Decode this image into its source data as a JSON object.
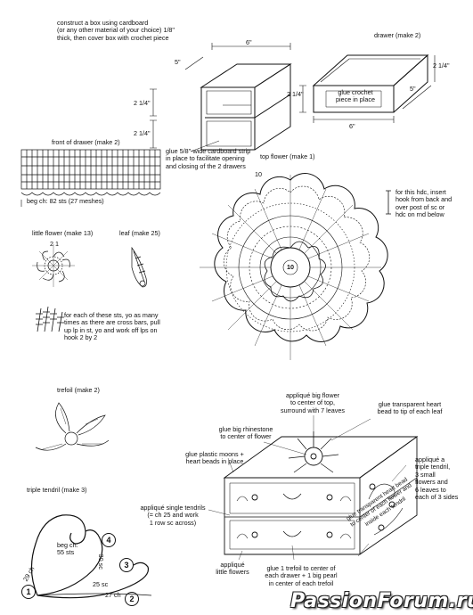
{
  "box_note": "construct a box using cardboard\n(or any other material of your choice) 1/8\"\nthick, then cover box with crochet piece",
  "box_dims": {
    "width": "6\"",
    "depth": "5\"",
    "height_a": "2 1/4\"",
    "height_b": "2 1/4\""
  },
  "drawer": {
    "title": "drawer (make 2)",
    "height": "2 1/4\"",
    "inner_label": "2 1/4\"",
    "depth": "5\"",
    "width": "6\"",
    "glue_note": "glue crochet\npiece in place"
  },
  "strip_note": "glue 5/8\"-wide cardboard strip\nin place to facilitate opening\nand closing of the 2 drawers",
  "front_drawer": {
    "title": "front of drawer (make 2)",
    "beg_ch": "beg ch:  82 sts (27 meshes)"
  },
  "top_flower": {
    "title": "top flower (make 1)",
    "center_mark": "10",
    "round_mark": "10"
  },
  "hdc_note": "for this hdc, insert\nhook from back and\nover post of sc or\nhdc on rnd below",
  "little_flower": {
    "title": "little flower (make 13)",
    "marks": "2 1"
  },
  "leaf": {
    "title": "leaf (make 25)"
  },
  "cross_note": "for each of these sts, yo as many\ntimes as there are cross bars, pull\nup lp in st, yo and work off lps on\nhook 2 by 2",
  "trefoil": {
    "title": "trefoil (make 2)"
  },
  "triple_tendril": {
    "title": "triple tendril (make 3)",
    "beg_ch": "beg ch:\n55 sts",
    "counts": [
      "30 sc",
      "25 sc",
      "27 ch",
      "29 ch"
    ],
    "markers": [
      "1",
      "2",
      "3",
      "4"
    ]
  },
  "assembly": {
    "big_flower": "appliqué big flower\nto center of top,\nsurround with 7 leaves",
    "heart_bead": "glue transparent heart\nbead to tip of each leaf",
    "rhinestone": "glue big rhinestone\nto center of flower",
    "moons": "glue plastic moons +\nheart beads in place",
    "triple_tendril": "appliqué a\ntriple tendril,\n3 small\nflowers and\n6 leaves to\neach of 3 sides",
    "single_tendrils": "appliqué single tendrils\n(= ch 25 and work\n1 row sc across)",
    "little_flowers": "appliqué\nlittle flowers",
    "trefoil_glue": "glue 1 trefoil to center of\neach drawer + 1 big pearl\nin center of each trefoil",
    "side_heart": "glue transparent heart bead\nto center of each flower and\ninside each tendril"
  },
  "watermark": "PassionForum.ru"
}
